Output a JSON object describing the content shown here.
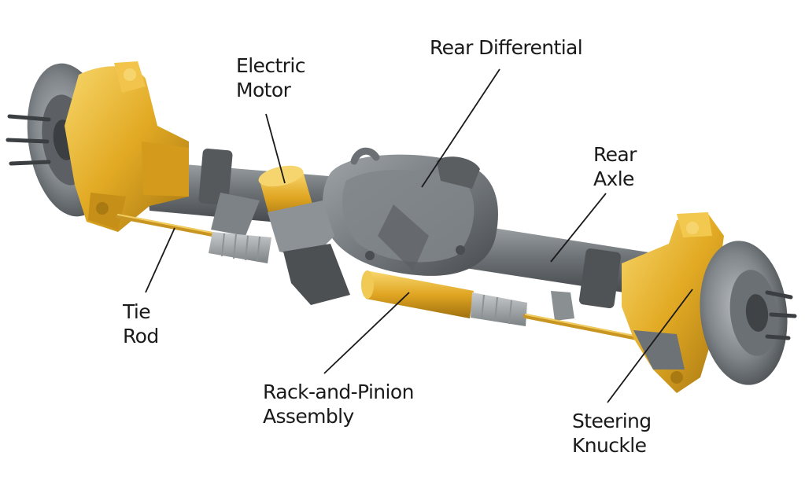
{
  "labels": {
    "electric_motor": [
      "Electric",
      "Motor"
    ],
    "rear_differential": "Rear Differential",
    "rear_axle": [
      "Rear",
      "Axle"
    ],
    "tie_rod": [
      "Tie",
      "Rod"
    ],
    "rack_and_pinion": [
      "Rack-and-Pinion",
      "Assembly"
    ],
    "steering_knuckle": [
      "Steering",
      "Knuckle"
    ]
  },
  "colors": {
    "gold": "#e6b12a",
    "gold_dark": "#b98714",
    "gold_light": "#f4cf5d",
    "steel": "#6f7478",
    "steel_dark": "#45494c",
    "steel_light": "#a3a8ab",
    "leader": "#1a1a1a"
  }
}
